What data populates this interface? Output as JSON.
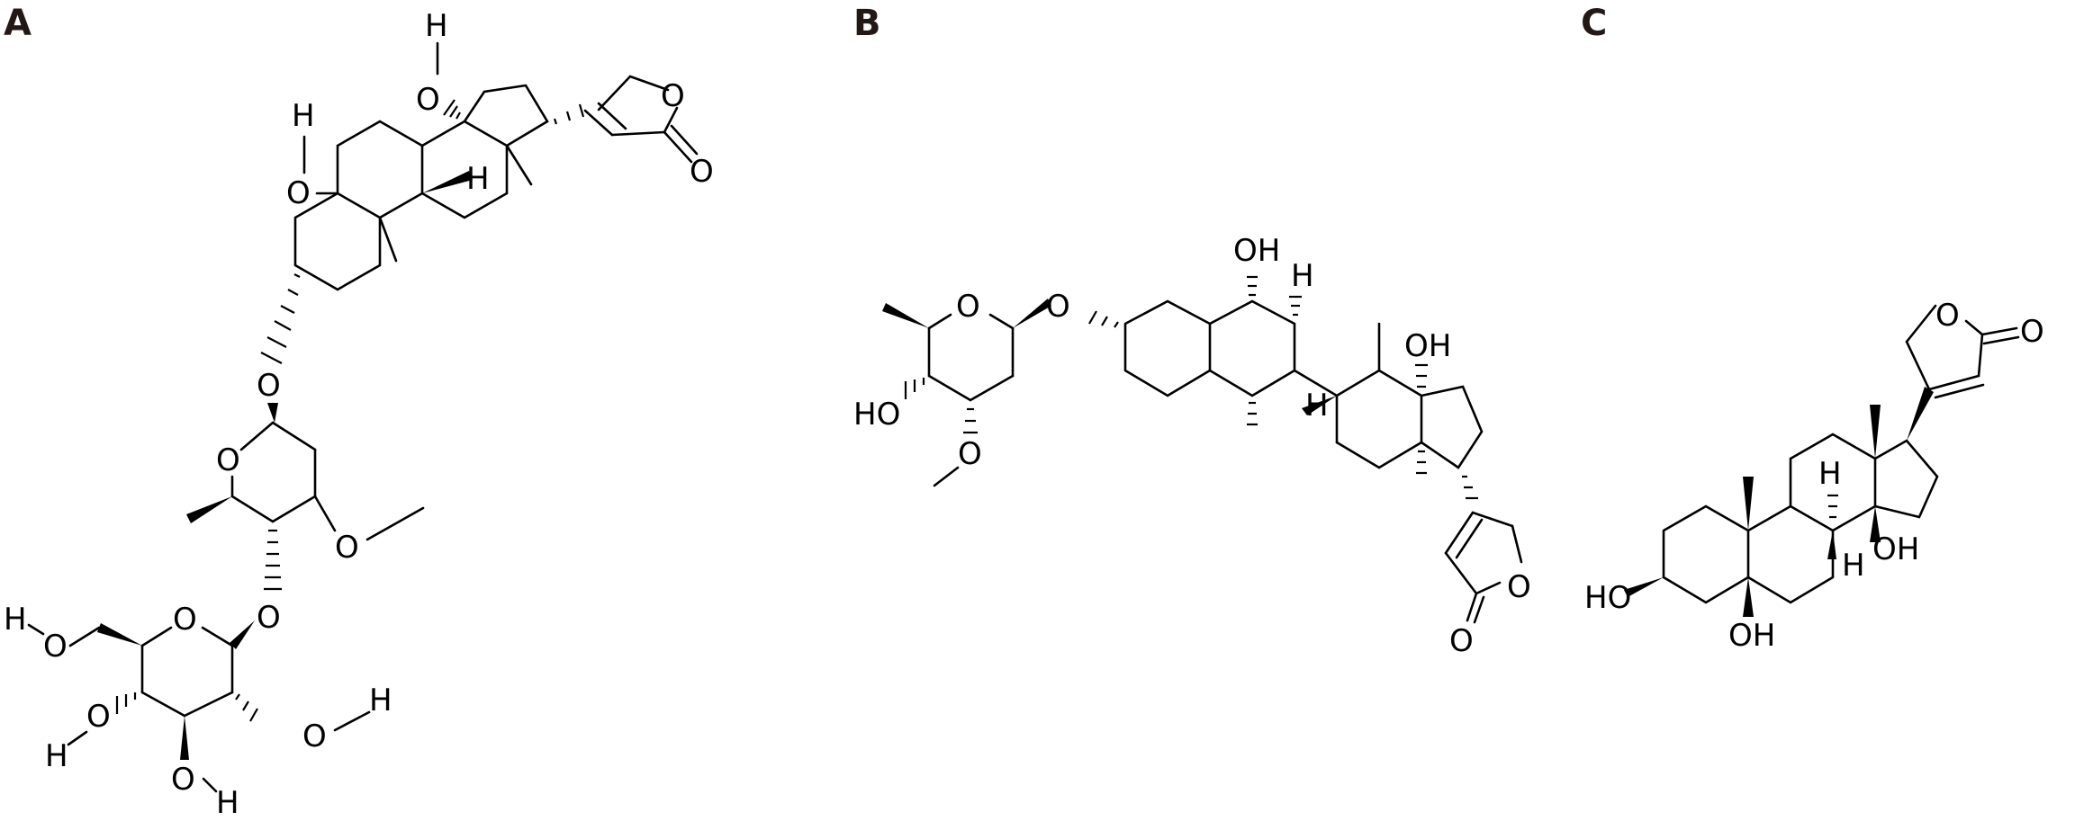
{
  "panels": [
    {
      "id": "A",
      "label": "A"
    },
    {
      "id": "B",
      "label": "B"
    },
    {
      "id": "C",
      "label": "C"
    }
  ],
  "atom_labels": {
    "a": {
      "h1": "H",
      "o1": "O",
      "h2": "H",
      "o2": "O",
      "h3": "H",
      "lo1": "O",
      "lo2": "O",
      "o_link1": "O",
      "o_ring2": "O",
      "o_meth": "O",
      "o_link2": "O",
      "o_ring3": "O",
      "h_ch2": "H",
      "o_ch2": "O",
      "o_c4": "O",
      "h_c4": "H",
      "o_c3": "O",
      "h_c3": "H",
      "o_c2": "O",
      "h_c2": "H"
    },
    "b": {
      "o_ring": "O",
      "o_link": "O",
      "oh_top": "OH",
      "h_r": "H",
      "oh_14": "OH",
      "h_9": "H",
      "ho_sugar": "HO",
      "o_meth": "O",
      "lo1": "O",
      "lo2": "O"
    },
    "c": {
      "lo1": "O",
      "lo2": "O",
      "h_9": "H",
      "ho_3": "HO",
      "oh_5": "OH",
      "oh_14": "OH",
      "h_8": "H"
    }
  },
  "colors": {
    "label": "#231815",
    "line": "#000000",
    "background": "#ffffff"
  }
}
